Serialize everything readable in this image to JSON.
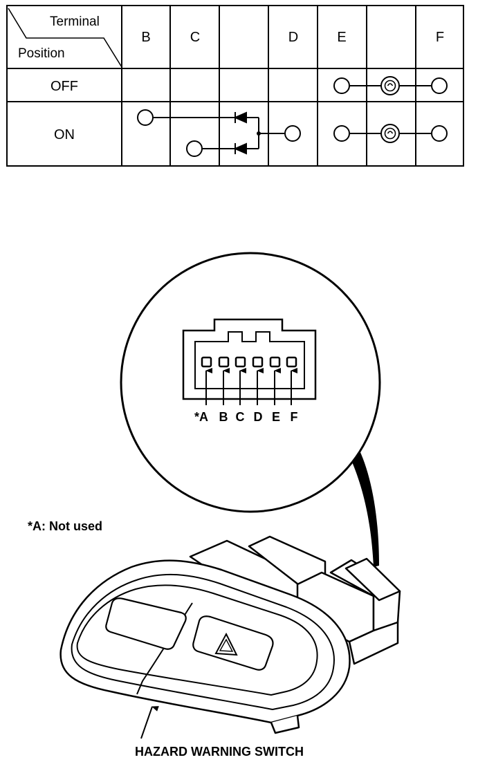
{
  "table": {
    "header_terminal": "Terminal",
    "header_position": "Position",
    "columns": [
      "B",
      "C",
      "",
      "D",
      "E",
      "",
      "F"
    ],
    "rows": [
      "OFF",
      "ON"
    ]
  },
  "connector": {
    "pins": [
      "*A",
      "B",
      "C",
      "D",
      "E",
      "F"
    ]
  },
  "note": "*A: Not used",
  "caption": "HAZARD WARNING SWITCH"
}
